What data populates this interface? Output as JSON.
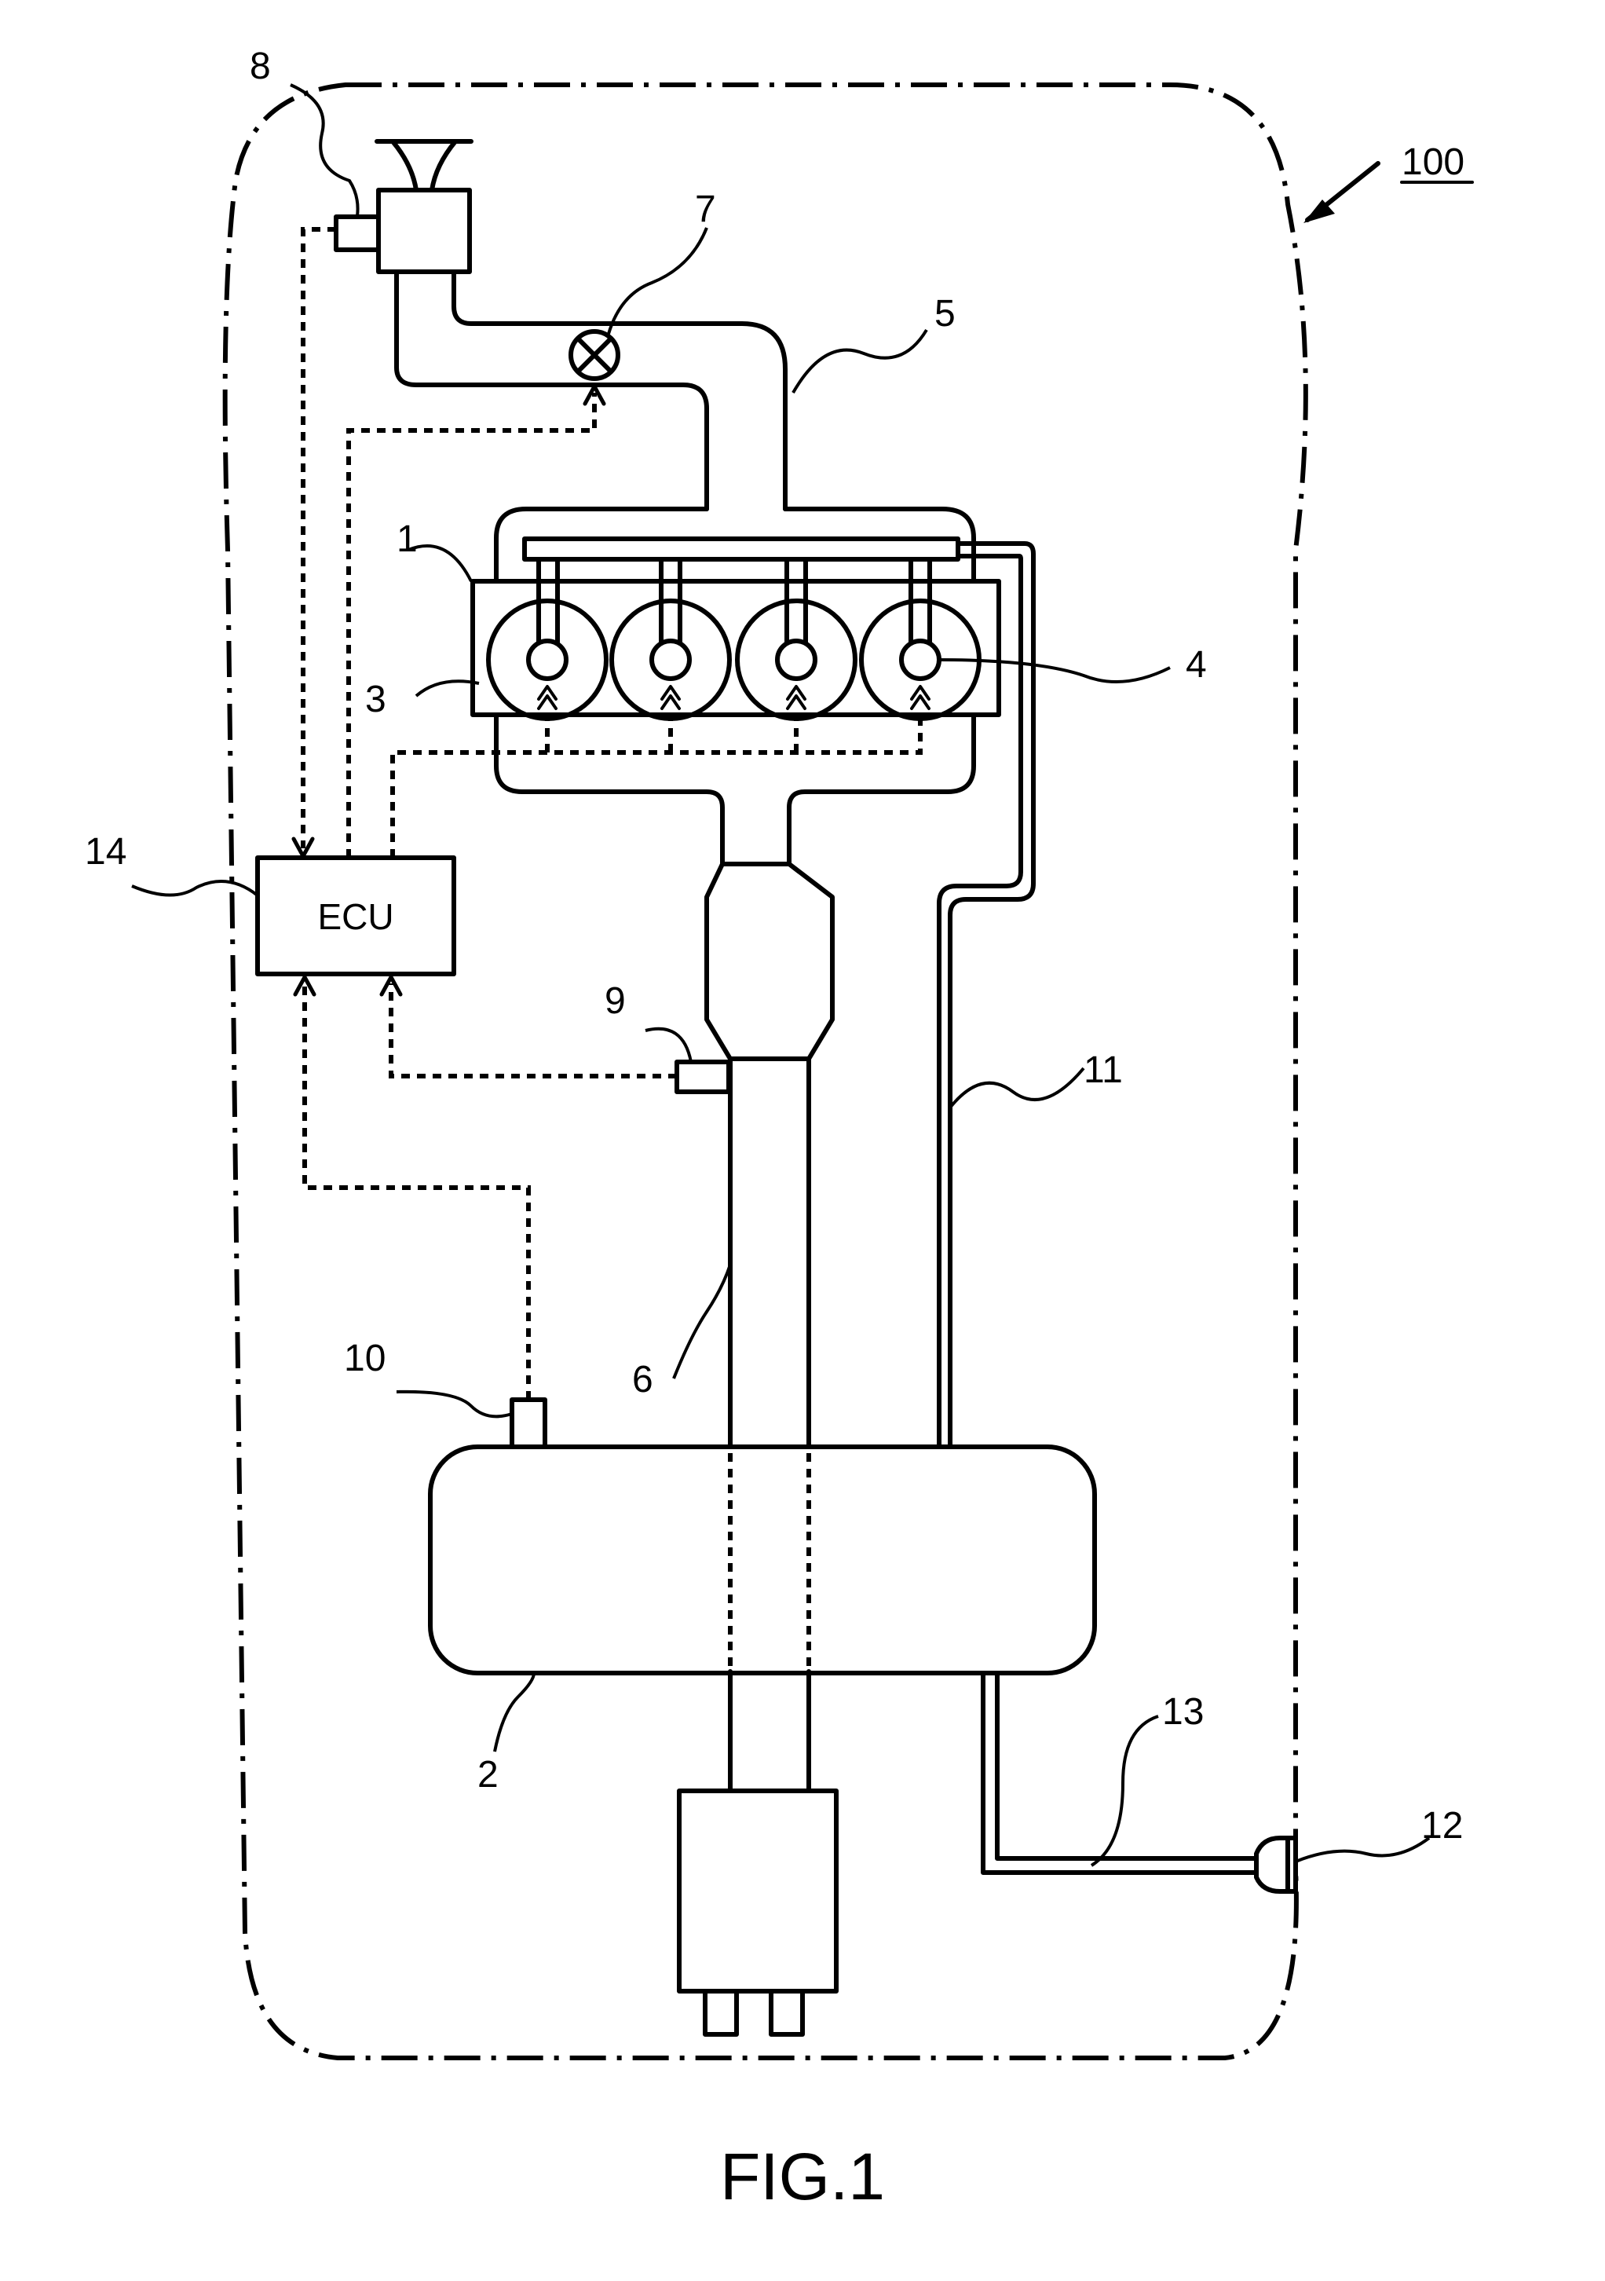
{
  "figure": {
    "caption": "FIG.1",
    "vehicle_ref": "100",
    "ecu_label": "ECU"
  },
  "reference_numerals": [
    {
      "id": "engine",
      "text": "1"
    },
    {
      "id": "fuel-tank",
      "text": "2"
    },
    {
      "id": "cylinder",
      "text": "3"
    },
    {
      "id": "injector",
      "text": "4"
    },
    {
      "id": "intake-passage",
      "text": "5"
    },
    {
      "id": "exhaust-passage",
      "text": "6"
    },
    {
      "id": "throttle-valve",
      "text": "7"
    },
    {
      "id": "airflow-meter",
      "text": "8"
    },
    {
      "id": "air-fuel-sensor",
      "text": "9"
    },
    {
      "id": "fuel-level-sensor",
      "text": "10"
    },
    {
      "id": "fuel-supply-pipe",
      "text": "11"
    },
    {
      "id": "fuel-inlet",
      "text": "12"
    },
    {
      "id": "filler-pipe",
      "text": "13"
    },
    {
      "id": "ecu",
      "text": "14"
    }
  ]
}
